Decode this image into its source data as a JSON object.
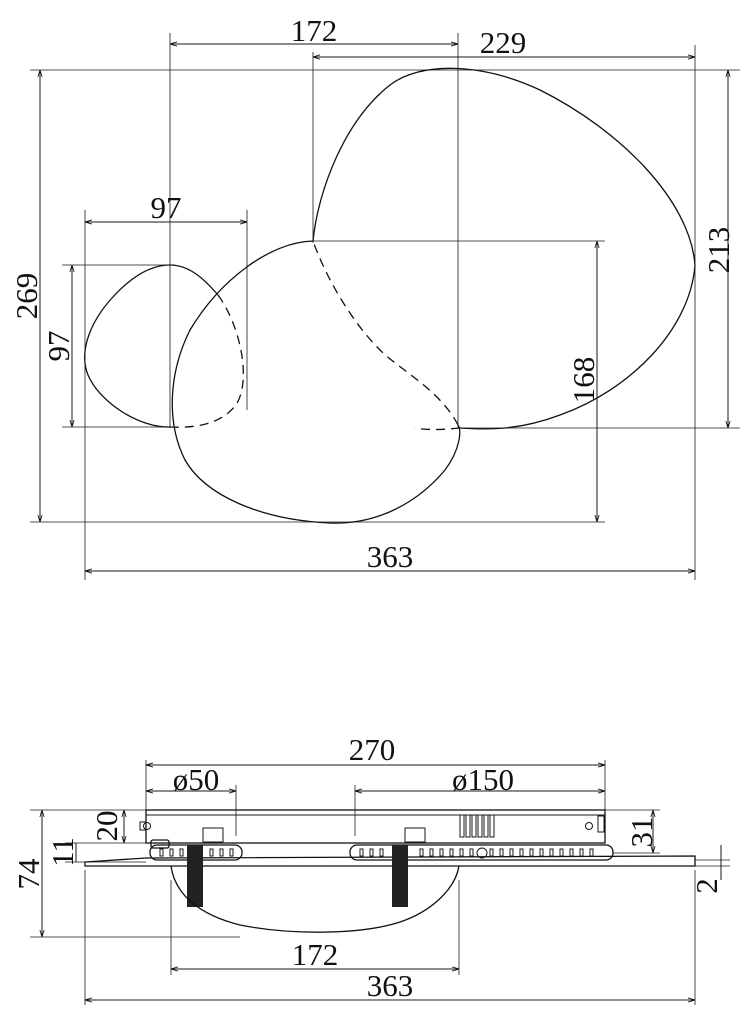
{
  "top_view": {
    "dimensions": {
      "width_large_offset": "172",
      "width_large_stone": "229",
      "width_small_stone": "97",
      "height_total": "269",
      "height_small_stone": "97",
      "height_large_stone": "213",
      "height_middle_stone": "168",
      "width_total": "363"
    }
  },
  "side_view": {
    "dimensions": {
      "bracket_length": "270",
      "hole_small": "ø50",
      "hole_large": "ø150",
      "bracket_height": "20",
      "gap": "11",
      "total_height": "74",
      "plate_height": "31",
      "glass_thickness": "2",
      "dome_width": "172",
      "total_width": "363"
    }
  }
}
